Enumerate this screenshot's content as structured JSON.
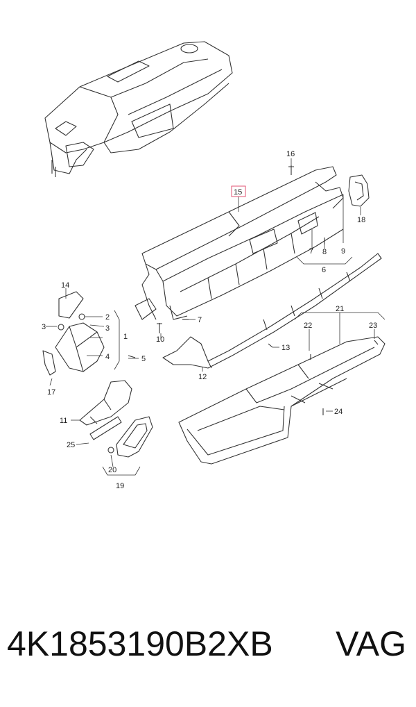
{
  "diagram": {
    "callouts": {
      "c1": "1",
      "c2": "2",
      "c3a": "3",
      "c3b": "3",
      "c4": "4",
      "c5": "5",
      "c6": "6",
      "c7a": "7",
      "c7b": "7",
      "c8": "8",
      "c9": "9",
      "c10": "10",
      "c11": "11",
      "c12": "12",
      "c13": "13",
      "c14": "14",
      "c15": "15",
      "c16": "16",
      "c17": "17",
      "c18": "18",
      "c19": "19",
      "c20": "20",
      "c21": "21",
      "c22": "22",
      "c23": "23",
      "c24": "24",
      "c25": "25"
    },
    "highlight_color": "#e05070"
  },
  "footer": {
    "part_number": "4K1853190B2XB",
    "brand": "VAG"
  }
}
